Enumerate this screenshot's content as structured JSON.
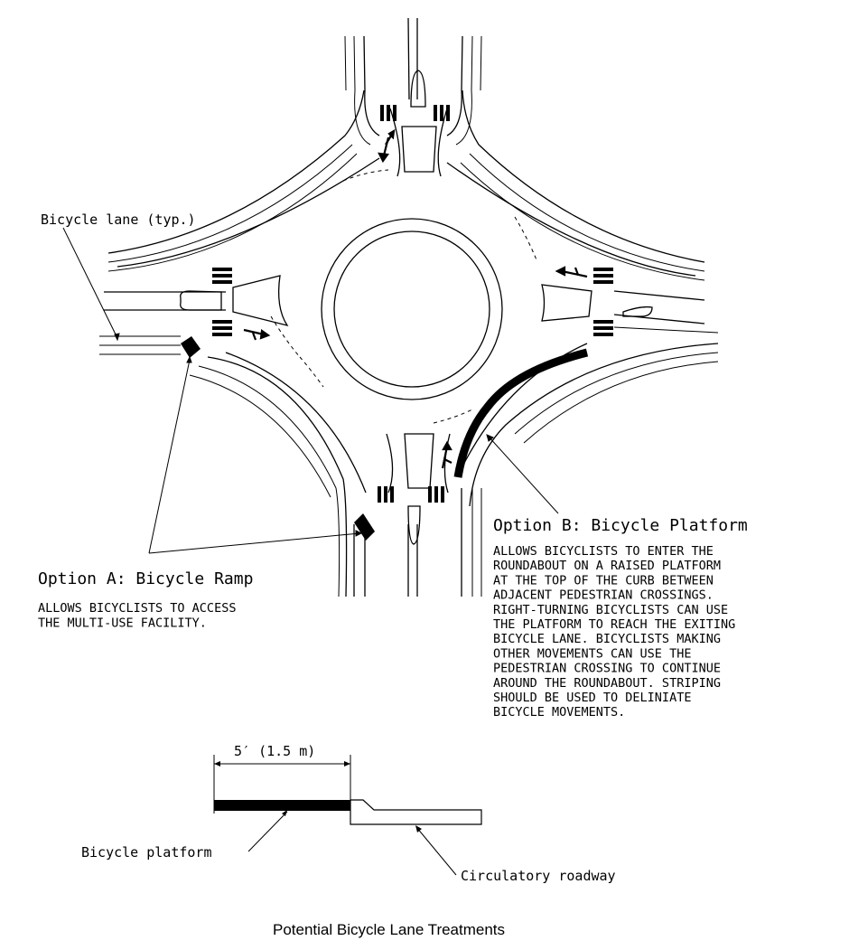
{
  "labels": {
    "bicycle_lane": "Bicycle lane (typ.)",
    "option_a_title": "Option A: Bicycle Ramp",
    "option_a_desc": [
      "ALLOWS BICYCLISTS TO ACCESS",
      "THE MULTI-USE FACILITY."
    ],
    "option_b_title": "Option B: Bicycle Platform",
    "option_b_desc": [
      "ALLOWS BICYCLISTS TO ENTER THE",
      "ROUNDABOUT ON A RAISED PLATFORM",
      "AT THE TOP OF THE CURB BETWEEN",
      "ADJACENT PEDESTRIAN CROSSINGS.",
      "RIGHT-TURNING BICYCLISTS CAN USE",
      "THE PLATFORM TO REACH THE EXITING",
      "BICYCLE LANE. BICYCLISTS MAKING",
      "OTHER MOVEMENTS CAN USE THE",
      "PEDESTRIAN CROSSING TO CONTINUE",
      "AROUND THE ROUNDABOUT. STRIPING",
      "SHOULD BE USED TO DELINIATE",
      "BICYCLE MOVEMENTS."
    ],
    "dimension": "5′ (1.5 m)",
    "bicycle_platform": "Bicycle platform",
    "circulatory_roadway": "Circulatory roadway",
    "figure_title": "Potential Bicycle Lane Treatments"
  }
}
